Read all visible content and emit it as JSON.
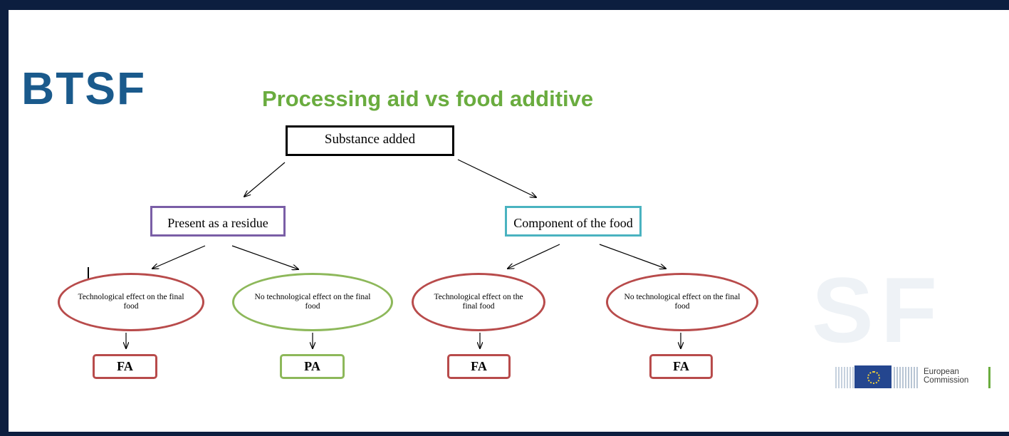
{
  "brand": {
    "logo_text": "BTSF",
    "watermark_text": "SF"
  },
  "slide": {
    "title": "Processing aid vs food additive"
  },
  "diagram": {
    "root": "Substance added",
    "branches": [
      {
        "label": "Present as a residue",
        "outcomes": [
          {
            "condition": "Technological effect on the final food",
            "result": "FA"
          },
          {
            "condition": "No technological effect on the final food",
            "result": "PA"
          }
        ]
      },
      {
        "label": "Component of the food",
        "outcomes": [
          {
            "condition": "Technological effect on the final food",
            "result": "FA"
          },
          {
            "condition": "No technological effect on the final food",
            "result": "FA"
          }
        ]
      }
    ]
  },
  "footer_logo": {
    "line1": "European",
    "line2": "Commission"
  },
  "colors": {
    "frame": "#0c1e3f",
    "brand_blue": "#1a5a8c",
    "title_green": "#6aac3f",
    "residue_border": "#7a5ea6",
    "component_border": "#4ab3c0",
    "fa_border": "#b84b4b",
    "pa_border": "#8db85a"
  }
}
